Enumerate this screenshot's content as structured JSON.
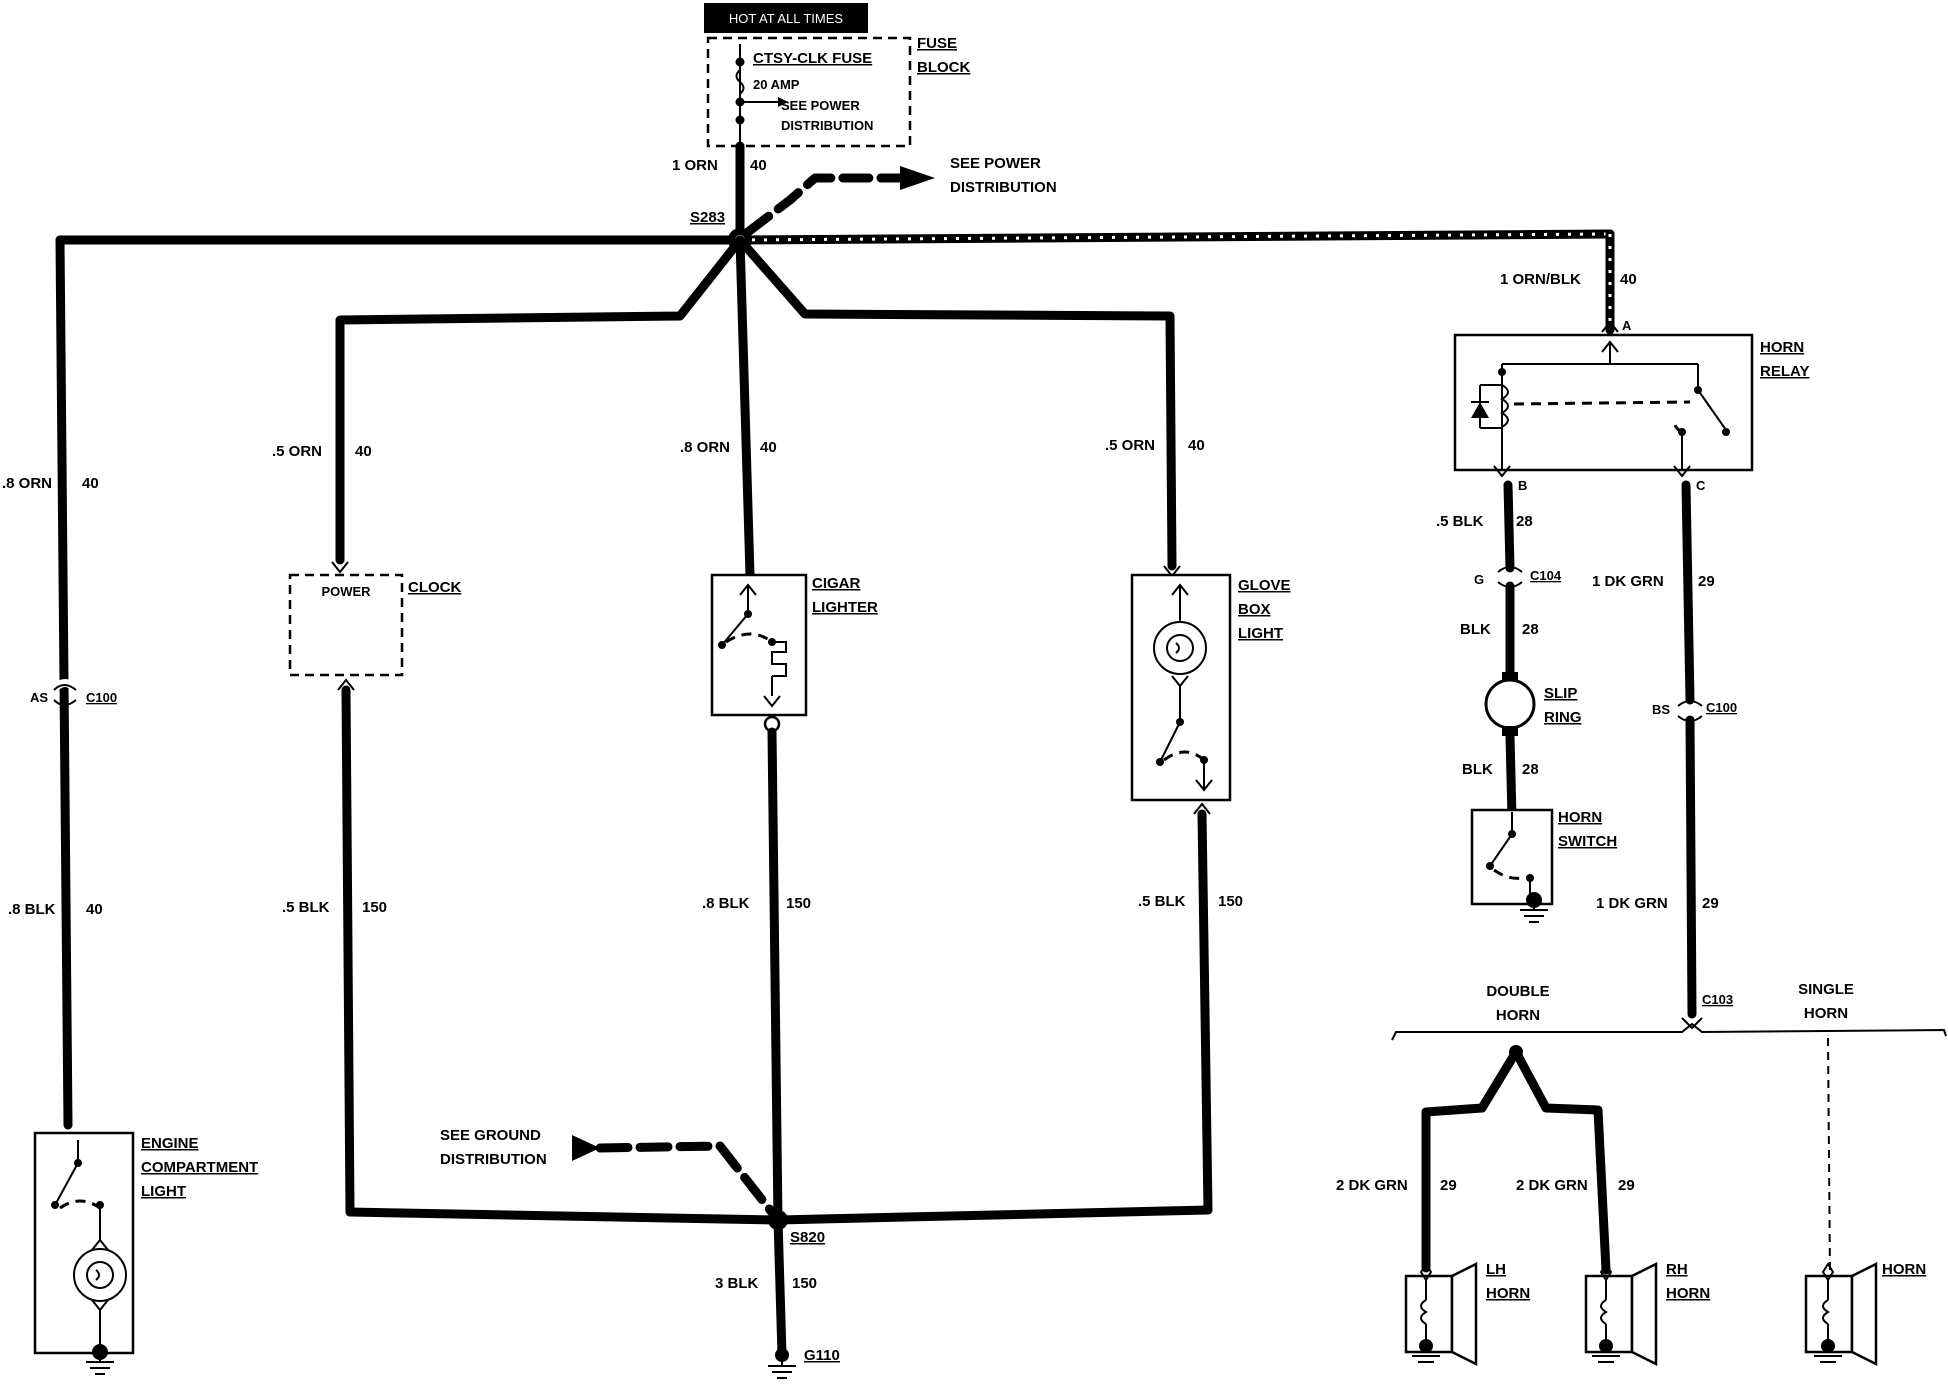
{
  "header": {
    "hot_label": "HOT AT ALL TIMES"
  },
  "fuse_block": {
    "fuse_name": "CTSY-CLK FUSE",
    "rating": "20 AMP",
    "see1": "SEE POWER",
    "see2": "DISTRIBUTION",
    "block1": "FUSE",
    "block2": "BLOCK"
  },
  "power_dist": {
    "line1": "SEE POWER",
    "line2": "DISTRIBUTION"
  },
  "ground_dist": {
    "line1": "SEE GROUND",
    "line2": "DISTRIBUTION"
  },
  "splices": {
    "top": "S283",
    "bottom": "S820"
  },
  "grounds": {
    "main": "G110"
  },
  "wires": {
    "main_color": "1 ORN",
    "main_circuit": "40",
    "relay_feed_color": "1 ORN/BLK",
    "relay_feed_circuit": "40",
    "eng_top_color": ".8 ORN",
    "eng_top_circuit": "40",
    "eng_bot_color": ".8 BLK",
    "eng_bot_circuit": "40",
    "clock_top_color": ".5 ORN",
    "clock_top_circuit": "40",
    "clock_bot_color": ".5 BLK",
    "clock_bot_circuit": "150",
    "cigar_top_color": ".8 ORN",
    "cigar_top_circuit": "40",
    "cigar_bot_color": ".8 BLK",
    "cigar_bot_circuit": "150",
    "glove_top_color": ".5 ORN",
    "glove_top_circuit": "40",
    "glove_bot_color": ".5 BLK",
    "glove_bot_circuit": "150",
    "ground_color": "3 BLK",
    "ground_circuit": "150",
    "relay_b_color": ".5 BLK",
    "relay_b_circuit": "28",
    "slip_top_color": "BLK",
    "slip_top_circuit": "28",
    "slip_bot_color": "BLK",
    "slip_bot_circuit": "28",
    "relay_c_color": "1 DK GRN",
    "relay_c_circuit": "29",
    "relay_c2_color": "1 DK GRN",
    "relay_c2_circuit": "29",
    "lh_color": "2 DK GRN",
    "lh_circuit": "29",
    "rh_color": "2 DK GRN",
    "rh_circuit": "29"
  },
  "connectors": {
    "c100_left_pin": "AS",
    "c100_left": "C100",
    "c104_pin": "G",
    "c104": "C104",
    "c100_right_pin": "BS",
    "c100_right": "C100",
    "c103": "C103"
  },
  "components": {
    "clock_power": "POWER",
    "clock": "CLOCK",
    "cigar1": "CIGAR",
    "cigar2": "LIGHTER",
    "glove1": "GLOVE",
    "glove2": "BOX",
    "glove3": "LIGHT",
    "eng1": "ENGINE",
    "eng2": "COMPARTMENT",
    "eng3": "LIGHT",
    "relay1": "HORN",
    "relay2": "RELAY",
    "relay_pin_a": "A",
    "relay_pin_b": "B",
    "relay_pin_c": "C",
    "slip1": "SLIP",
    "slip2": "RING",
    "hsw1": "HORN",
    "hsw2": "SWITCH",
    "double1": "DOUBLE",
    "double2": "HORN",
    "single1": "SINGLE",
    "single2": "HORN",
    "lh1": "LH",
    "lh2": "HORN",
    "rh1": "RH",
    "rh2": "HORN",
    "horn": "HORN"
  }
}
